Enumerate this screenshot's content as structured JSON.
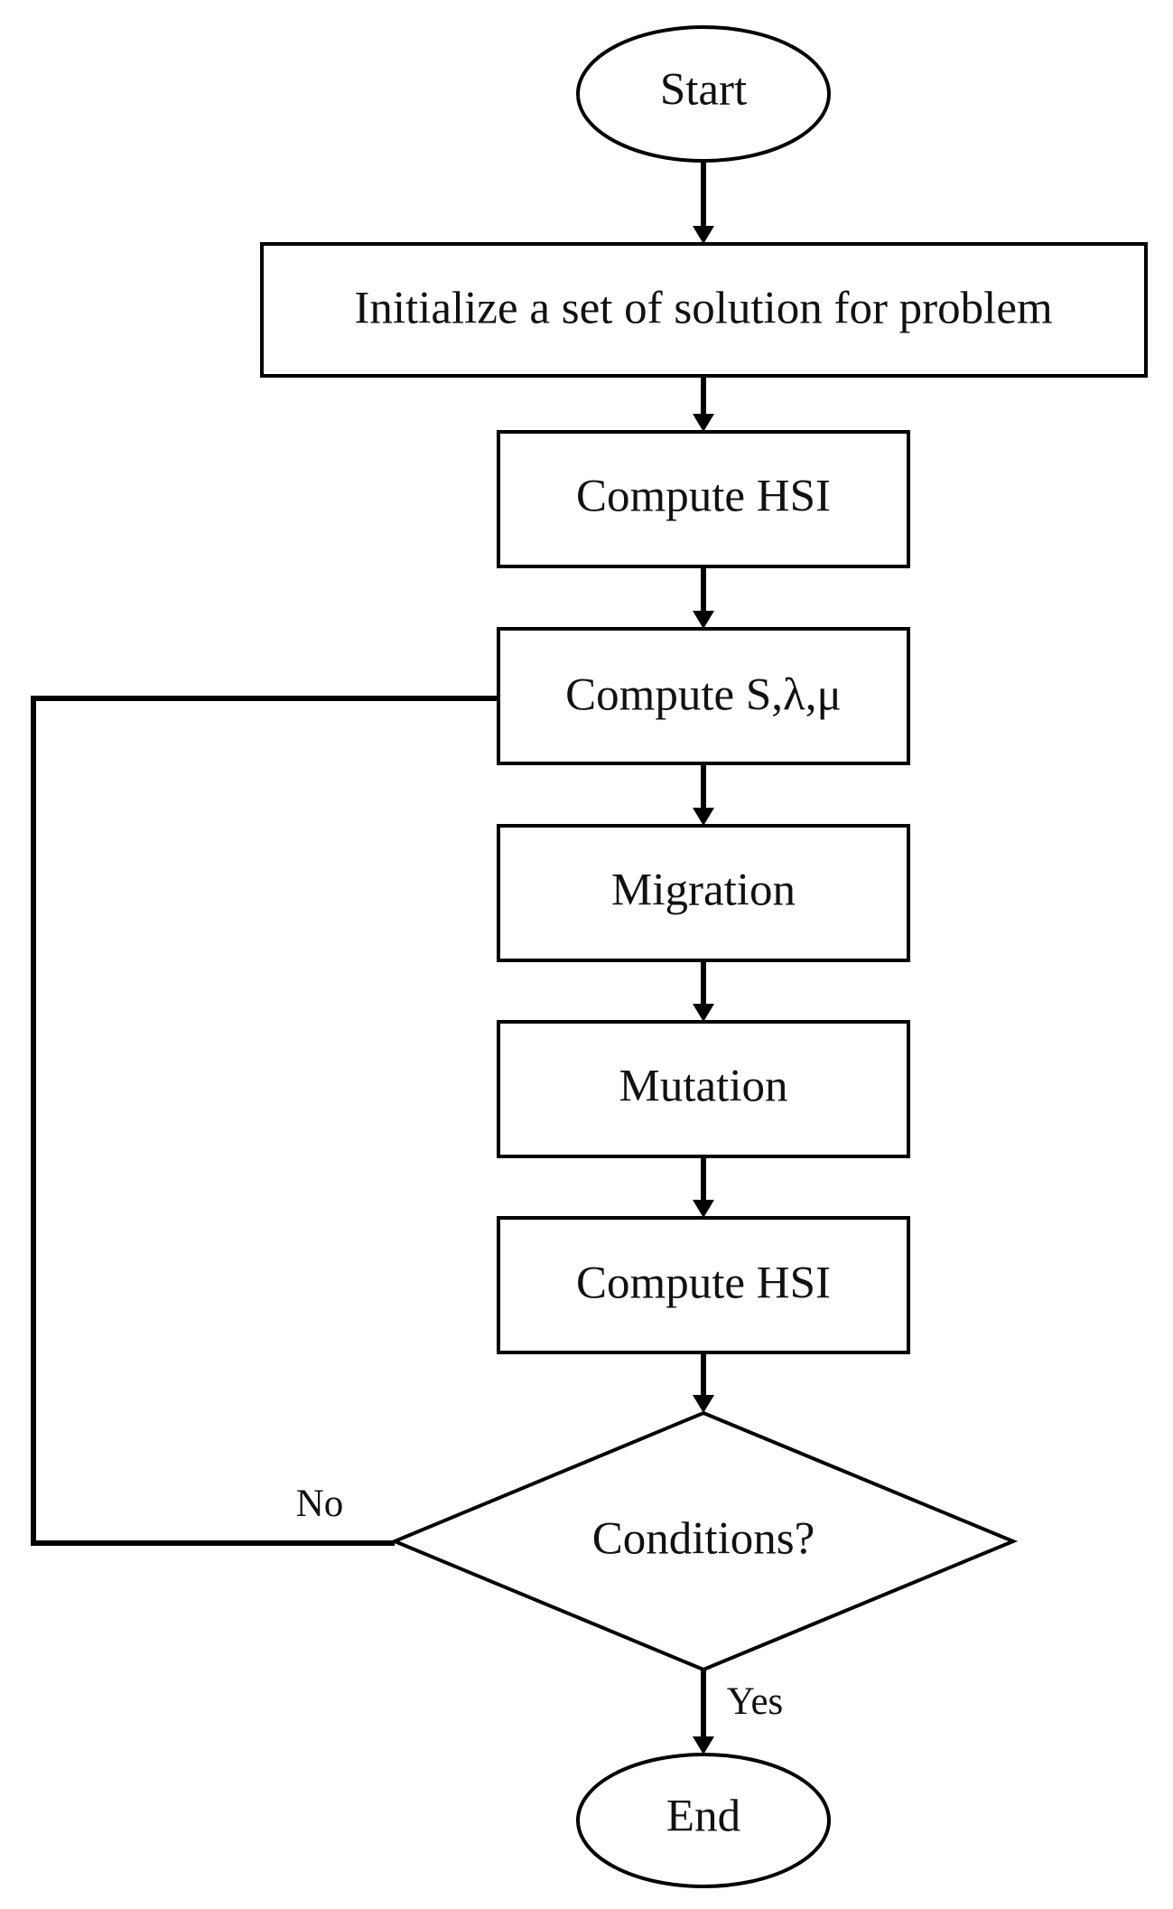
{
  "flowchart": {
    "nodes": {
      "start": "Start",
      "init": "Initialize a set of solution for problem",
      "hsi1": "Compute HSI",
      "params": "Compute S,λ,μ",
      "migration": "Migration",
      "mutation": "Mutation",
      "hsi2": "Compute HSI",
      "condition": "Conditions?",
      "end": "End"
    },
    "edge_labels": {
      "no": "No",
      "yes": "Yes"
    }
  },
  "colors": {
    "stroke": "#000000",
    "fill": "#ffffff",
    "text": "#111111"
  }
}
